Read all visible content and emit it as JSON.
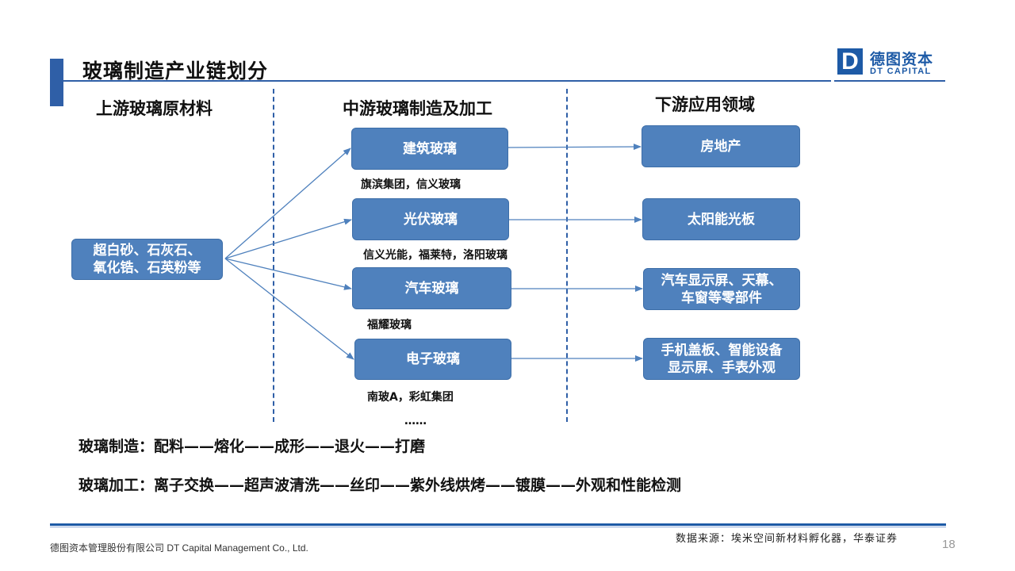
{
  "header": {
    "title": "玻璃制造产业链划分",
    "logo_mark": "D",
    "logo_cn": "德图资本",
    "logo_en": "DT CAPITAL"
  },
  "columns": {
    "upstream": "上游玻璃原材料",
    "midstream": "中游玻璃制造及加工",
    "downstream": "下游应用领域"
  },
  "raw_material": {
    "line1": "超白砂、石灰石、",
    "line2": "氧化锆、石英粉等"
  },
  "products": [
    {
      "label": "建筑玻璃",
      "companies": "旗滨集团，信义玻璃"
    },
    {
      "label": "光伏玻璃",
      "companies": "信义光能，福莱特，洛阳玻璃"
    },
    {
      "label": "汽车玻璃",
      "companies": "福耀玻璃"
    },
    {
      "label": "电子玻璃",
      "companies": "南玻A，彩虹集团"
    }
  ],
  "ellipsis": "……",
  "applications": [
    {
      "line1": "房地产",
      "line2": ""
    },
    {
      "line1": "太阳能光板",
      "line2": ""
    },
    {
      "line1": "汽车显示屏、天幕、",
      "line2": "车窗等零部件"
    },
    {
      "line1": "手机盖板、智能设备",
      "line2": "显示屏、手表外观"
    }
  ],
  "processes": {
    "manufacturing": "玻璃制造：配料——熔化——成形——退火——打磨",
    "processing": "玻璃加工：离子交换——超声波清洗——丝印——紫外线烘烤——镀膜——外观和性能检测"
  },
  "footer": {
    "company": "德图资本管理股份有限公司  DT Capital Management  Co., Ltd.",
    "source": "数据来源：埃米空间新材料孵化器，华泰证券",
    "page": "18"
  },
  "colors": {
    "accent": "#2f5fa7",
    "box_fill": "#4f81bd",
    "logo": "#1d5aa6"
  }
}
